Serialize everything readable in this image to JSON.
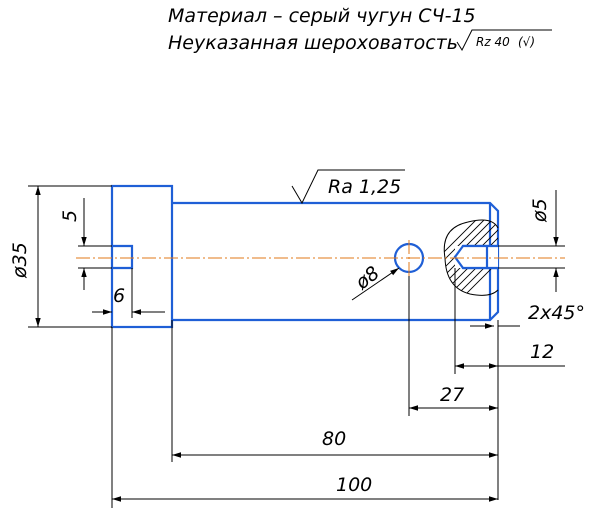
{
  "notes": {
    "material": "Материал – серый чугун СЧ-15",
    "roughness_note": "Неуказанная шероховатость",
    "roughness_symbol_value": "Rz 40",
    "roughness_symbol_paren": "(√)"
  },
  "surface": {
    "roughness_label": "Ra 1,25"
  },
  "dimensions": {
    "dia_35": "ø35",
    "dia_5_left": "5",
    "dia_5_right": "ø5",
    "len_6": "6",
    "dia_8": "ø8",
    "chamfer": "2x45°",
    "len_12": "12",
    "len_27": "27",
    "len_80": "80",
    "len_100": "100"
  },
  "colors": {
    "part_outline": "#1f5fd6",
    "axis_line": "#e07a1a",
    "dimension": "#000000"
  }
}
